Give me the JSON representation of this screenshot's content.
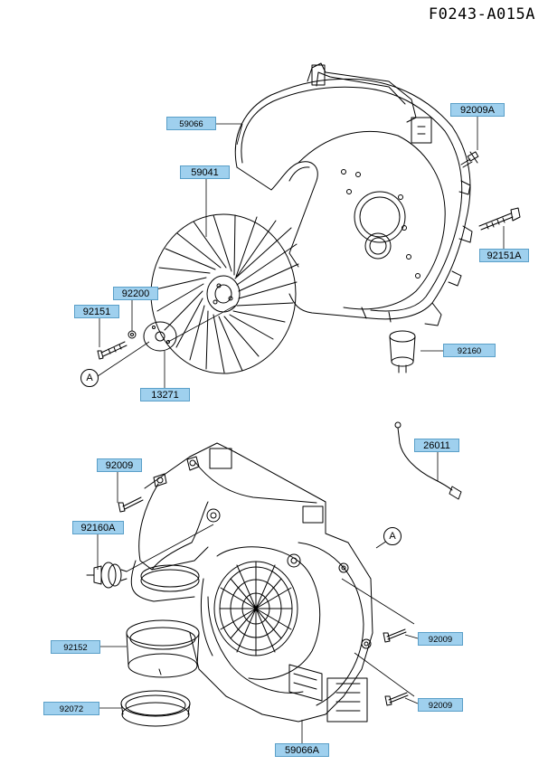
{
  "diagram_code": "F0243-A015A",
  "callouts": {
    "p59066": "59066",
    "p59041": "59041",
    "p92009A": "92009A",
    "p92151A": "92151A",
    "p92200": "92200",
    "p92151": "92151",
    "p92160": "92160",
    "p13271": "13271",
    "p92009_top": "92009",
    "p26011": "26011",
    "p92160A": "92160A",
    "p92152": "92152",
    "p92072": "92072",
    "p92009_r1": "92009",
    "p92009_r2": "92009",
    "p59066A": "59066A"
  },
  "ref_marks": {
    "a1": "A",
    "a2": "A"
  },
  "colors": {
    "callout_fill": "#9fd0ee",
    "callout_border": "#5a9fc8",
    "line": "#000000"
  }
}
